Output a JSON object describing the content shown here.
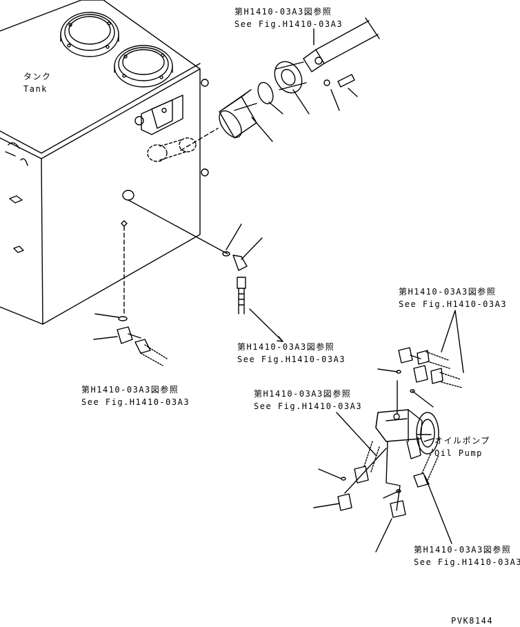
{
  "tank": {
    "jp": "タンク",
    "en": "Tank"
  },
  "oil_pump": {
    "jp": "オイルポンプ",
    "en": "Oil Pump"
  },
  "references": [
    {
      "jp": "第H1410-03A3図参照",
      "en": "See Fig.H1410-03A3"
    },
    {
      "jp": "第H1410-03A3図参照",
      "en": "See Fig.H1410-03A3"
    },
    {
      "jp": "第H1410-03A3図参照",
      "en": "See Fig.H1410-03A3"
    },
    {
      "jp": "第H1410-03A3図参照",
      "en": "See Fig.H1410-03A3"
    },
    {
      "jp": "第H1410-03A3図参照",
      "en": "See Fig.H1410-03A3"
    },
    {
      "jp": "第H1410-03A3図参照",
      "en": "See Fig.H1410-03A3"
    }
  ],
  "drawing_code": "PVK8144",
  "colors": {
    "line": "#000000",
    "background": "#ffffff"
  }
}
